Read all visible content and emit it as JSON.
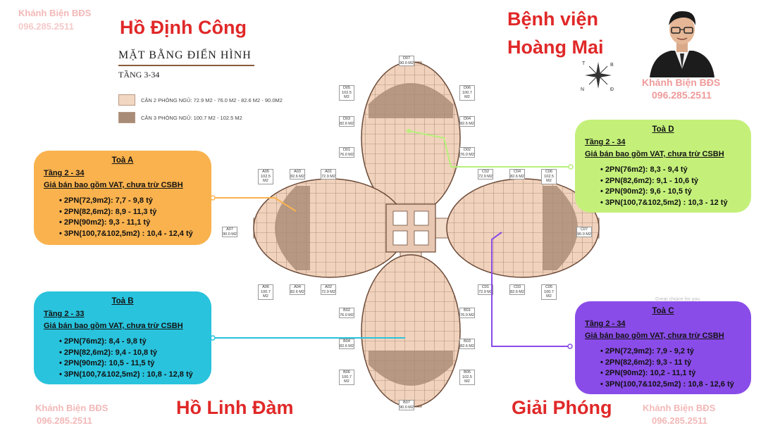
{
  "watermarks": {
    "top_left_name": "Khánh Biện BĐS",
    "top_left_phone": "096.285.2511",
    "bottom_left_name": "Khánh Biện BĐS",
    "bottom_left_phone": "096.285.2511",
    "bottom_right_name": "Khánh Biện BĐS",
    "bottom_right_phone": "096.285.2511",
    "mid_phone": "096.285.2511"
  },
  "locations": {
    "top_left": "Hồ Định Công",
    "top_right_line1": "Bệnh viện",
    "top_right_line2": "Hoàng Mai",
    "bottom_left": "Hồ Linh Đàm",
    "bottom_right": "Giải Phóng"
  },
  "header": {
    "title": "MẶT BẰNG ĐIỂN HÌNH",
    "subtitle": "TẦNG 3-34"
  },
  "legend": [
    {
      "label": "CĂN 2 PHÒNG NGỦ: 72.9 M2 - 76.0 M2 - 82.6 M2 - 90.0M2",
      "color": "#f2d7c3"
    },
    {
      "label": "CĂN 3 PHÒNG NGỦ: 100.7 M2 - 102.5 M2",
      "color": "#a88c78"
    }
  ],
  "agent": {
    "name": "Khánh Biện BĐS",
    "phone": "096.285.2511"
  },
  "compass": {
    "t": "T",
    "b": "B",
    "n": "N",
    "d": "Đ"
  },
  "towers": {
    "a": {
      "title": "Toà A",
      "floors": "Tầng 2 - 34",
      "price_note": "Giá bán bao gồm VAT, chưa trừ CSBH",
      "items": [
        "2PN(72,9m2): 7,7 - 9,8 tỷ",
        "2PN(82,6m2): 8,9 - 11,3 tỷ",
        "2PN(90m2): 9,3 - 11,1 tỷ",
        "3PN(100,7&102,5m2) : 10,4 - 12,4 tỷ"
      ],
      "color": "#f9b24e"
    },
    "b": {
      "title": "Toà B",
      "floors": "Tầng 2 - 33",
      "price_note": "Giá bán bao gồm VAT, chưa trừ CSBH",
      "items": [
        "2PN(76m2): 8,4 - 9,8 tỷ",
        "2PN(82,6m2): 9,4 - 10,8 tỷ",
        "2PN(90m2): 10,5 - 11,5 tỷ",
        "3PN(100,7&102,5m2) : 10,8 - 12,8 tỷ"
      ],
      "color": "#29c3dd"
    },
    "c": {
      "title": "Toà C",
      "floors": "Tầng 2 - 34",
      "price_note": "Giá bán bao gồm VAT, chưa trừ CSBH",
      "items": [
        "2PN(72,9m2): 7,9 - 9,2 tỷ",
        "2PN(82,6m2): 9,3 - 11 tỷ",
        "2PN(90m2): 10,2 - 11,1 tỷ",
        "3PN(100,7&102,5m2) : 10,8 - 12,6 tỷ"
      ],
      "color": "#8a4ce8"
    },
    "d": {
      "title": "Toà D",
      "floors": "Tầng 2 - 34",
      "price_note": "Giá bán bao gồm VAT, chưa trừ CSBH",
      "items": [
        "2PN(76m2): 8,3 - 9,4 tỷ",
        "2PN(82,6m2): 9,1 - 10,6 tỷ",
        "2PN(90m2): 9,6 - 10,5 tỷ",
        "3PN(100,7&102,5m2) : 10,3 - 12 tỷ"
      ],
      "color": "#c4f07a"
    }
  },
  "units": [
    {
      "id": "D07",
      "area": "90.0 M2"
    },
    {
      "id": "D05",
      "area": "102.5 M2"
    },
    {
      "id": "D06",
      "area": "100.7 M2"
    },
    {
      "id": "D03",
      "area": "82.6 M2"
    },
    {
      "id": "D04",
      "area": "82.6 M2"
    },
    {
      "id": "D01",
      "area": "76.0 M2"
    },
    {
      "id": "D02",
      "area": "76.0 M2"
    },
    {
      "id": "A05",
      "area": "102.5 M2"
    },
    {
      "id": "A03",
      "area": "82.6 M2"
    },
    {
      "id": "A01",
      "area": "72.9 M2"
    },
    {
      "id": "A07",
      "area": "90.0 M2"
    },
    {
      "id": "A06",
      "area": "100.7 M2"
    },
    {
      "id": "A04",
      "area": "82.6 M2"
    },
    {
      "id": "A02",
      "area": "72.9 M2"
    },
    {
      "id": "C02",
      "area": "72.9 M2"
    },
    {
      "id": "C04",
      "area": "82.6 M2"
    },
    {
      "id": "C06",
      "area": "102.5 M2"
    },
    {
      "id": "C07",
      "area": "90.0 M2"
    },
    {
      "id": "C01",
      "area": "72.9 M2"
    },
    {
      "id": "C03",
      "area": "82.6 M2"
    },
    {
      "id": "C05",
      "area": "100.7 M2"
    },
    {
      "id": "B02",
      "area": "76.0 M2"
    },
    {
      "id": "B01",
      "area": "76.0 M2"
    },
    {
      "id": "B04",
      "area": "82.6 M2"
    },
    {
      "id": "B03",
      "area": "82.6 M2"
    },
    {
      "id": "B06",
      "area": "100.7 M2"
    },
    {
      "id": "B05",
      "area": "102.5 M2"
    },
    {
      "id": "B07",
      "area": "90.0 M2"
    }
  ],
  "faint_text": "Great choice for you"
}
